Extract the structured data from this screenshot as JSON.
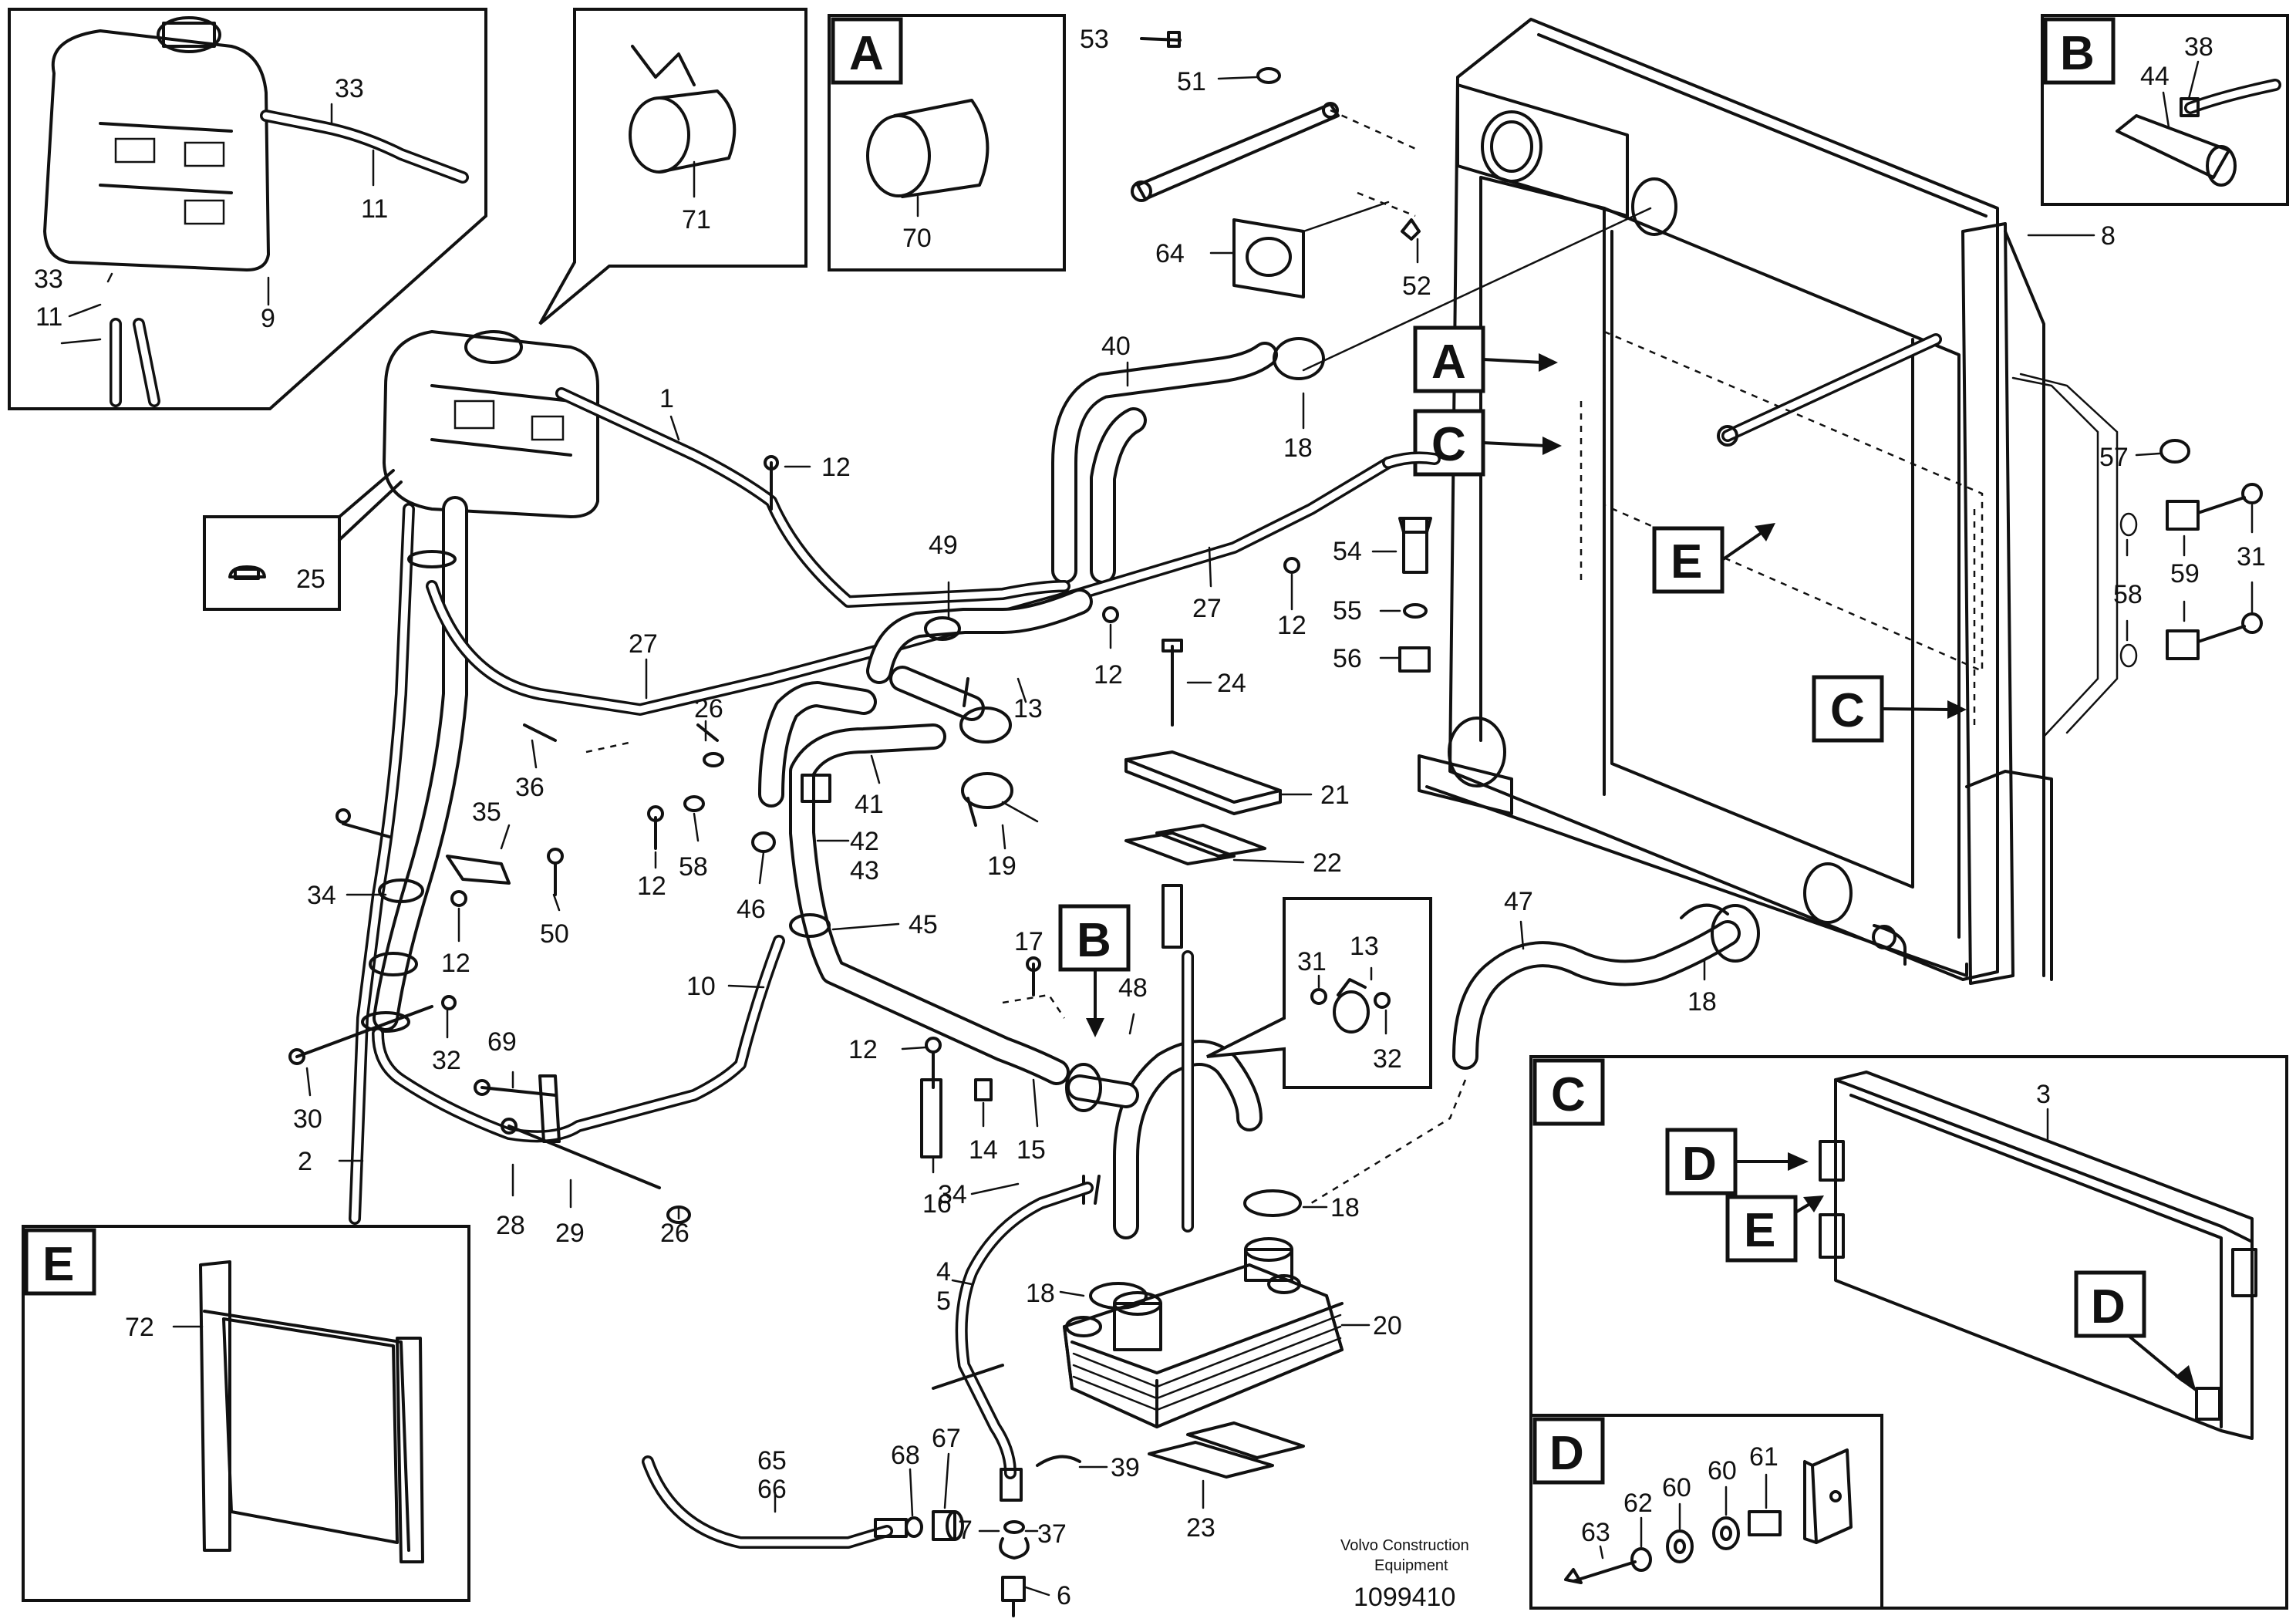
{
  "publisher": {
    "line1": "Volvo Construction",
    "line2": "Equipment",
    "drawing_number": "1099410"
  },
  "callout_letters": {
    "A": "A",
    "B": "B",
    "C": "C",
    "D": "D",
    "E": "E"
  },
  "part_numbers": {
    "p1": "1",
    "p2": "2",
    "p3": "3",
    "p4": "4",
    "p5": "5",
    "p6": "6",
    "p7": "7",
    "p8": "8",
    "p9": "9",
    "p10": "10",
    "p11": "11",
    "p12": "12",
    "p13": "13",
    "p14": "14",
    "p15": "15",
    "p16": "16",
    "p17": "17",
    "p18": "18",
    "p19": "19",
    "p20": "20",
    "p21": "21",
    "p22": "22",
    "p23": "23",
    "p24": "24",
    "p25": "25",
    "p26": "26",
    "p27": "27",
    "p28": "28",
    "p29": "29",
    "p30": "30",
    "p31": "31",
    "p32": "32",
    "p33": "33",
    "p34": "34",
    "p35": "35",
    "p36": "36",
    "p37": "37",
    "p38": "38",
    "p39": "39",
    "p40": "40",
    "p41": "41",
    "p42": "42",
    "p43": "43",
    "p44": "44",
    "p45": "45",
    "p46": "46",
    "p47": "47",
    "p48": "48",
    "p49": "49",
    "p50": "50",
    "p51": "51",
    "p52": "52",
    "p53": "53",
    "p54": "54",
    "p55": "55",
    "p56": "56",
    "p57": "57",
    "p58": "58",
    "p59": "59",
    "p60": "60",
    "p61": "61",
    "p62": "62",
    "p63": "63",
    "p64": "64",
    "p65": "65",
    "p66": "66",
    "p67": "67",
    "p68": "68",
    "p69": "69",
    "p70": "70",
    "p71": "71",
    "p72": "72"
  }
}
